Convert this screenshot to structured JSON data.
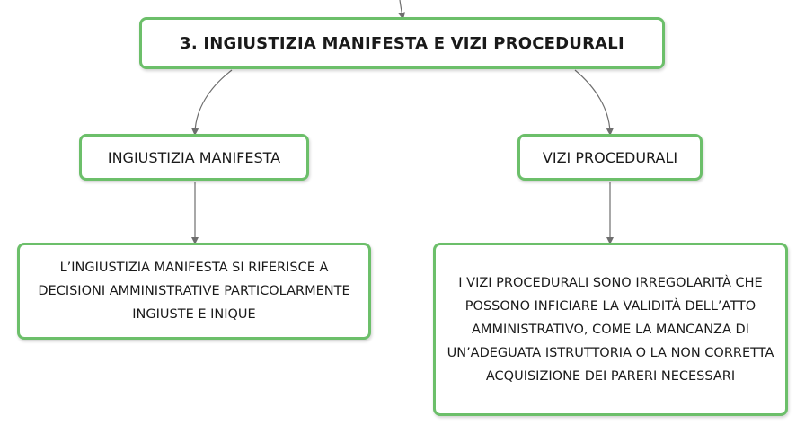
{
  "root": {
    "label": "3. INGIUSTIZIA MANIFESTA E VIZI PROCEDURALI"
  },
  "branches": [
    {
      "label": "INGIUSTIZIA MANIFESTA",
      "detail": "L’INGIUSTIZIA MANIFESTA SI RIFERISCE A DECISIONI AMMINISTRATIVE PARTICOLARMENTE INGIUSTE E INIQUE"
    },
    {
      "label": "VIZI PROCEDURALI",
      "detail": "I VIZI PROCEDURALI SONO IRREGOLARITÀ CHE POSSONO INFICIARE LA VALIDITÀ DELL’ATTO AMMINISTRATIVO, COME LA MANCANZA DI UN’ADEGUATA ISTRUTTORIA O LA NON CORRETTA ACQUISIZIONE DEI PARERI NECESSARI"
    }
  ],
  "colors": {
    "node_border": "#6cbf6a",
    "connector": "#6e6e6e",
    "text": "#1a1a1a",
    "background": "#ffffff"
  }
}
